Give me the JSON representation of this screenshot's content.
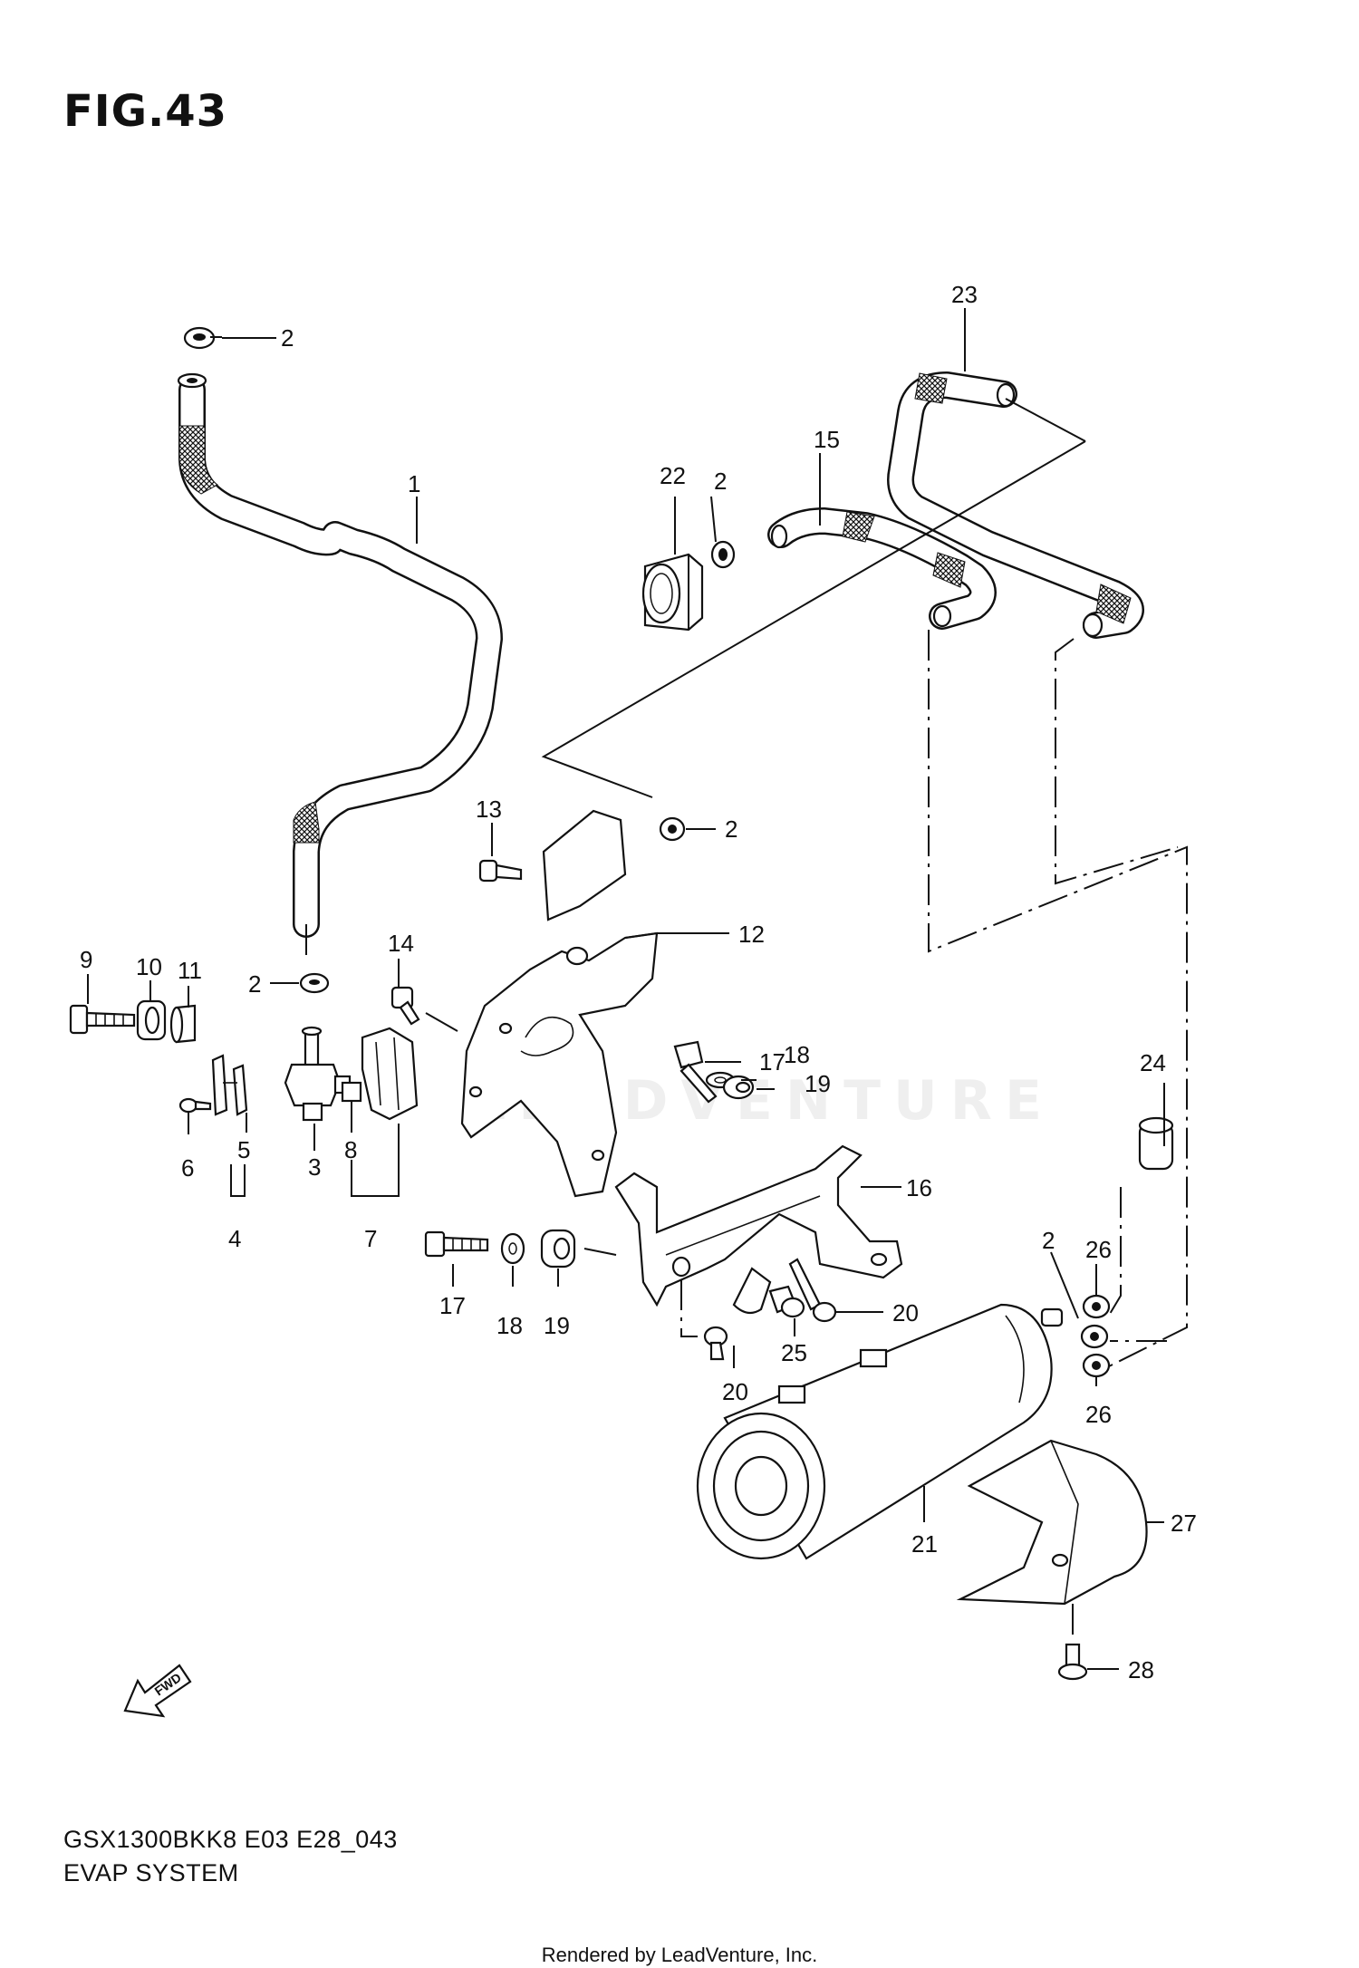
{
  "figure": {
    "title": "FIG.43",
    "model_code": "GSX1300BKK8 E03 E28_043",
    "system_name": "EVAP SYSTEM",
    "rendered_by": "Rendered by LeadVenture, Inc.",
    "watermark": "LEADVENTURE",
    "fwd_label": "FWD"
  },
  "callouts": [
    {
      "id": "c1",
      "label": "1"
    },
    {
      "id": "c2a",
      "label": "2"
    },
    {
      "id": "c2b",
      "label": "2"
    },
    {
      "id": "c2c",
      "label": "2"
    },
    {
      "id": "c2d",
      "label": "2"
    },
    {
      "id": "c2e",
      "label": "2"
    },
    {
      "id": "c3",
      "label": "3"
    },
    {
      "id": "c4",
      "label": "4"
    },
    {
      "id": "c5",
      "label": "5"
    },
    {
      "id": "c6",
      "label": "6"
    },
    {
      "id": "c7",
      "label": "7"
    },
    {
      "id": "c8",
      "label": "8"
    },
    {
      "id": "c9",
      "label": "9"
    },
    {
      "id": "c10",
      "label": "10"
    },
    {
      "id": "c11",
      "label": "11"
    },
    {
      "id": "c12",
      "label": "12"
    },
    {
      "id": "c13",
      "label": "13"
    },
    {
      "id": "c14",
      "label": "14"
    },
    {
      "id": "c15",
      "label": "15"
    },
    {
      "id": "c16",
      "label": "16"
    },
    {
      "id": "c17a",
      "label": "17"
    },
    {
      "id": "c17b",
      "label": "17"
    },
    {
      "id": "c18a",
      "label": "18"
    },
    {
      "id": "c18b",
      "label": "18"
    },
    {
      "id": "c19a",
      "label": "19"
    },
    {
      "id": "c19b",
      "label": "19"
    },
    {
      "id": "c20a",
      "label": "20"
    },
    {
      "id": "c20b",
      "label": "20"
    },
    {
      "id": "c21",
      "label": "21"
    },
    {
      "id": "c22",
      "label": "22"
    },
    {
      "id": "c23",
      "label": "23"
    },
    {
      "id": "c24",
      "label": "24"
    },
    {
      "id": "c25",
      "label": "25"
    },
    {
      "id": "c26a",
      "label": "26"
    },
    {
      "id": "c26b",
      "label": "26"
    },
    {
      "id": "c27",
      "label": "27"
    },
    {
      "id": "c28",
      "label": "28"
    }
  ]
}
